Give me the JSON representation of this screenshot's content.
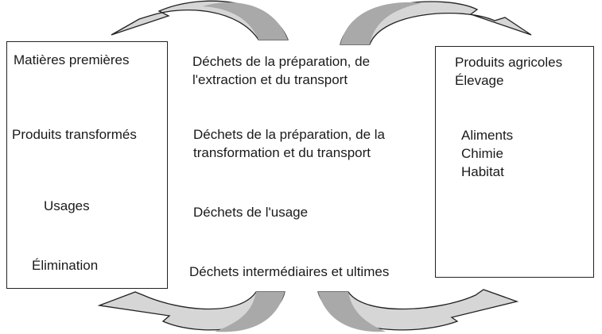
{
  "left_box": {
    "steps": [
      "Matières premières",
      "Produits transformés",
      "Usages",
      "Élimination"
    ]
  },
  "middle": {
    "waste_1": [
      "Déchets de la préparation, de",
      "l'extraction et du transport"
    ],
    "waste_2": [
      "Déchets de la préparation, de la",
      "transformation et du transport"
    ],
    "waste_3": "Déchets de l'usage",
    "waste_4": "Déchets intermédiaires et ultimes"
  },
  "right_box": {
    "header": [
      "Produits agricoles",
      "Élevage"
    ],
    "items": [
      "Aliments",
      "Chimie",
      "Habitat"
    ]
  },
  "colors": {
    "arrow_light": "#d6d6d6",
    "arrow_dark": "#a9a9a9",
    "stroke": "#222222"
  }
}
